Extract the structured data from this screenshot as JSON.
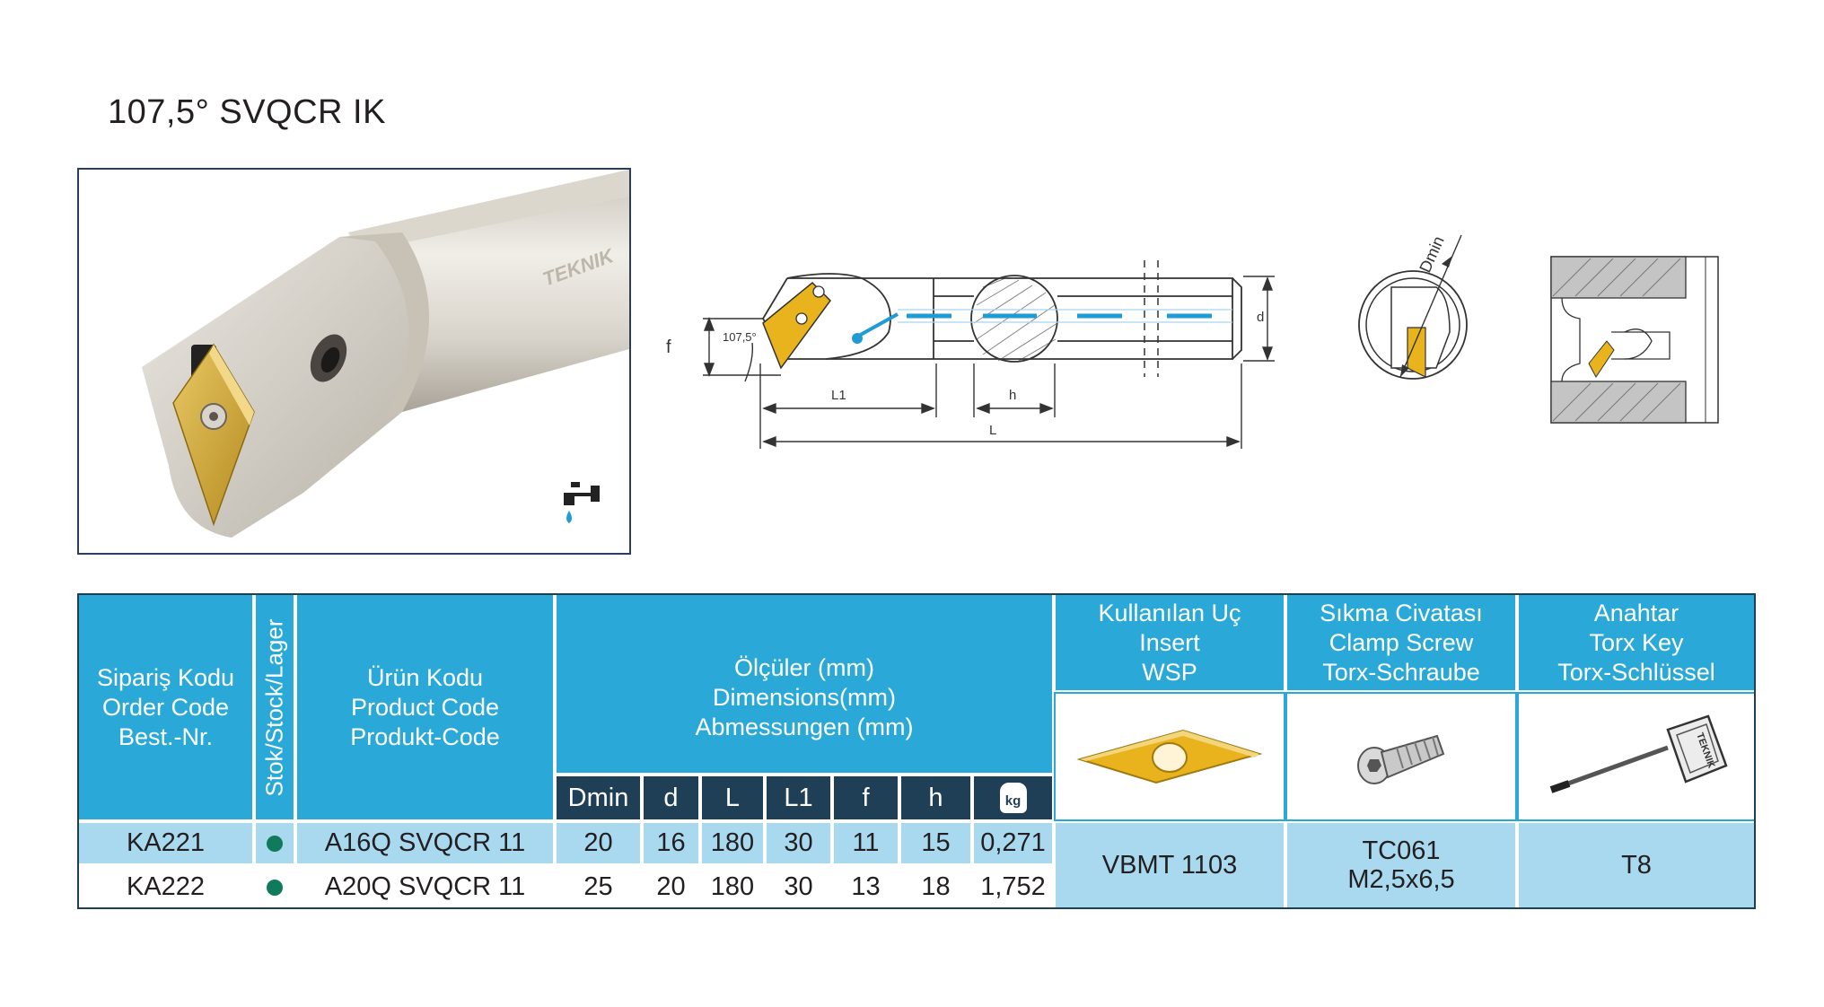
{
  "title": "107,5° SVQCR IK",
  "photo": {
    "brand": "TEKNIK"
  },
  "drawing": {
    "angle_label": "107,5°",
    "labels": {
      "f": "f",
      "d": "d",
      "L1": "L1",
      "h": "h",
      "L": "L",
      "Dmin": "Dmin"
    }
  },
  "table": {
    "headers": {
      "order_code": [
        "Sipariş Kodu",
        "Order Code",
        "Best.-Nr."
      ],
      "stock": "Stok/Stock/Lager",
      "product_code": [
        "Ürün Kodu",
        "Product Code",
        "Produkt-Code"
      ],
      "dimensions": [
        "Ölçüler (mm)",
        "Dimensions(mm)",
        "Abmessungen (mm)"
      ],
      "insert": [
        "Kullanılan Uç",
        "Insert",
        "WSP"
      ],
      "screw": [
        "Sıkma Civatası",
        "Clamp Screw",
        "Torx-Schraube"
      ],
      "key": [
        "Anahtar",
        "Torx Key",
        "Torx-Schlüssel"
      ]
    },
    "dim_columns": [
      "Dmin",
      "d",
      "L",
      "L1",
      "f",
      "h"
    ],
    "weight_icon": "kg",
    "rows": [
      {
        "order": "KA221",
        "stock": "in-stock",
        "product": "A16Q SVQCR 11",
        "Dmin": "20",
        "d": "16",
        "L": "180",
        "L1": "30",
        "f": "11",
        "h": "15",
        "weight": "0,271"
      },
      {
        "order": "KA222",
        "stock": "in-stock",
        "product": "A20Q SVQCR 11",
        "Dmin": "25",
        "d": "20",
        "L": "180",
        "L1": "30",
        "f": "13",
        "h": "18",
        "weight": "1,752"
      }
    ],
    "insert_value": "VBMT 1103",
    "screw_value": [
      "TC061",
      "M2,5x6,5"
    ],
    "key_value": "T8",
    "key_brand": "TEKNIK"
  },
  "colors": {
    "header": "#2aa9d8",
    "subheader": "#1f3f57",
    "row_alt": "#a8d9ef",
    "stock_dot": "#127a5c",
    "insert": "#e8b31c"
  }
}
